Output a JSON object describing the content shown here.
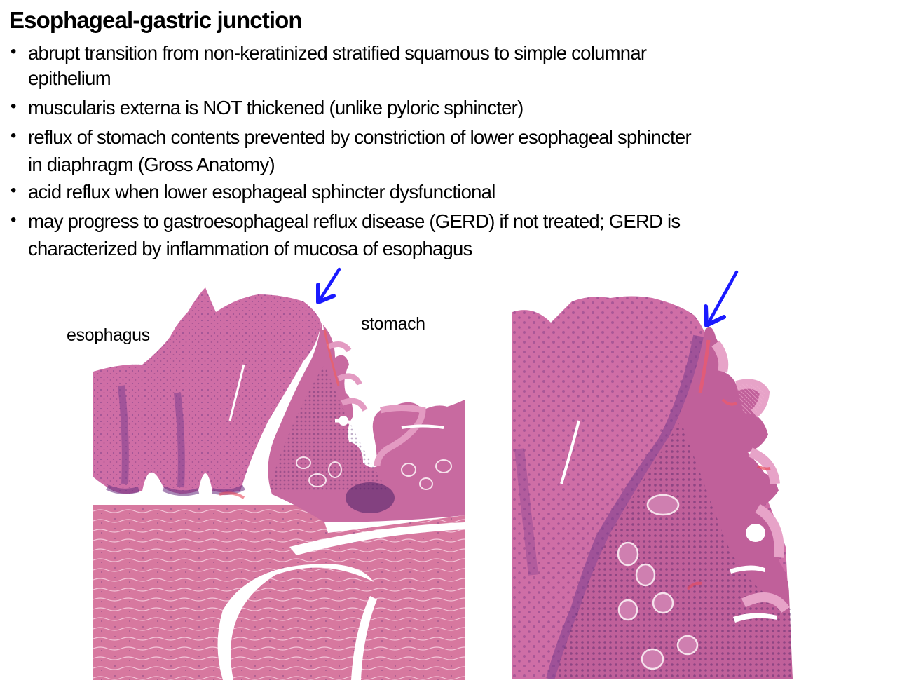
{
  "slide": {
    "title": "Esophageal-gastric junction",
    "bullets": [
      {
        "lines": [
          "abrupt transition from non-keratinized stratified squamous to simple columnar",
          "epithelium"
        ]
      },
      {
        "lines": [
          "muscularis externa is NOT thickened (unlike pyloric sphincter)"
        ]
      },
      {
        "lines": [
          "reflux of stomach contents prevented by constriction of lower esophageal sphincter",
          "in diaphragm (Gross Anatomy)"
        ]
      },
      {
        "lines": [
          "acid reflux when lower esophageal sphincter dysfunctional"
        ]
      },
      {
        "lines": [
          "may progress to gastroesophageal reflux disease (GERD) if not treated; GERD is",
          "characterized by inflammation of mucosa of esophagus"
        ]
      }
    ],
    "bullet_glyph": "•",
    "figures": {
      "left": {
        "description": "H&E micrograph, low magnification, esophageal-gastric junction",
        "labels": {
          "esophagus": "esophagus",
          "stomach": "stomach"
        },
        "arrow_icon": "arrow-down-left",
        "arrow_color": "#1a1aff"
      },
      "right": {
        "description": "H&E micrograph, higher magnification, squamous-columnar transition",
        "arrow_icon": "arrow-down-left",
        "arrow_color": "#1a1aff"
      }
    },
    "colors": {
      "tissue_pink": "#d46a9f",
      "tissue_purple": "#8a4a8f",
      "tissue_light": "#e59ac0",
      "arrow_blue": "#1a1aff"
    }
  }
}
